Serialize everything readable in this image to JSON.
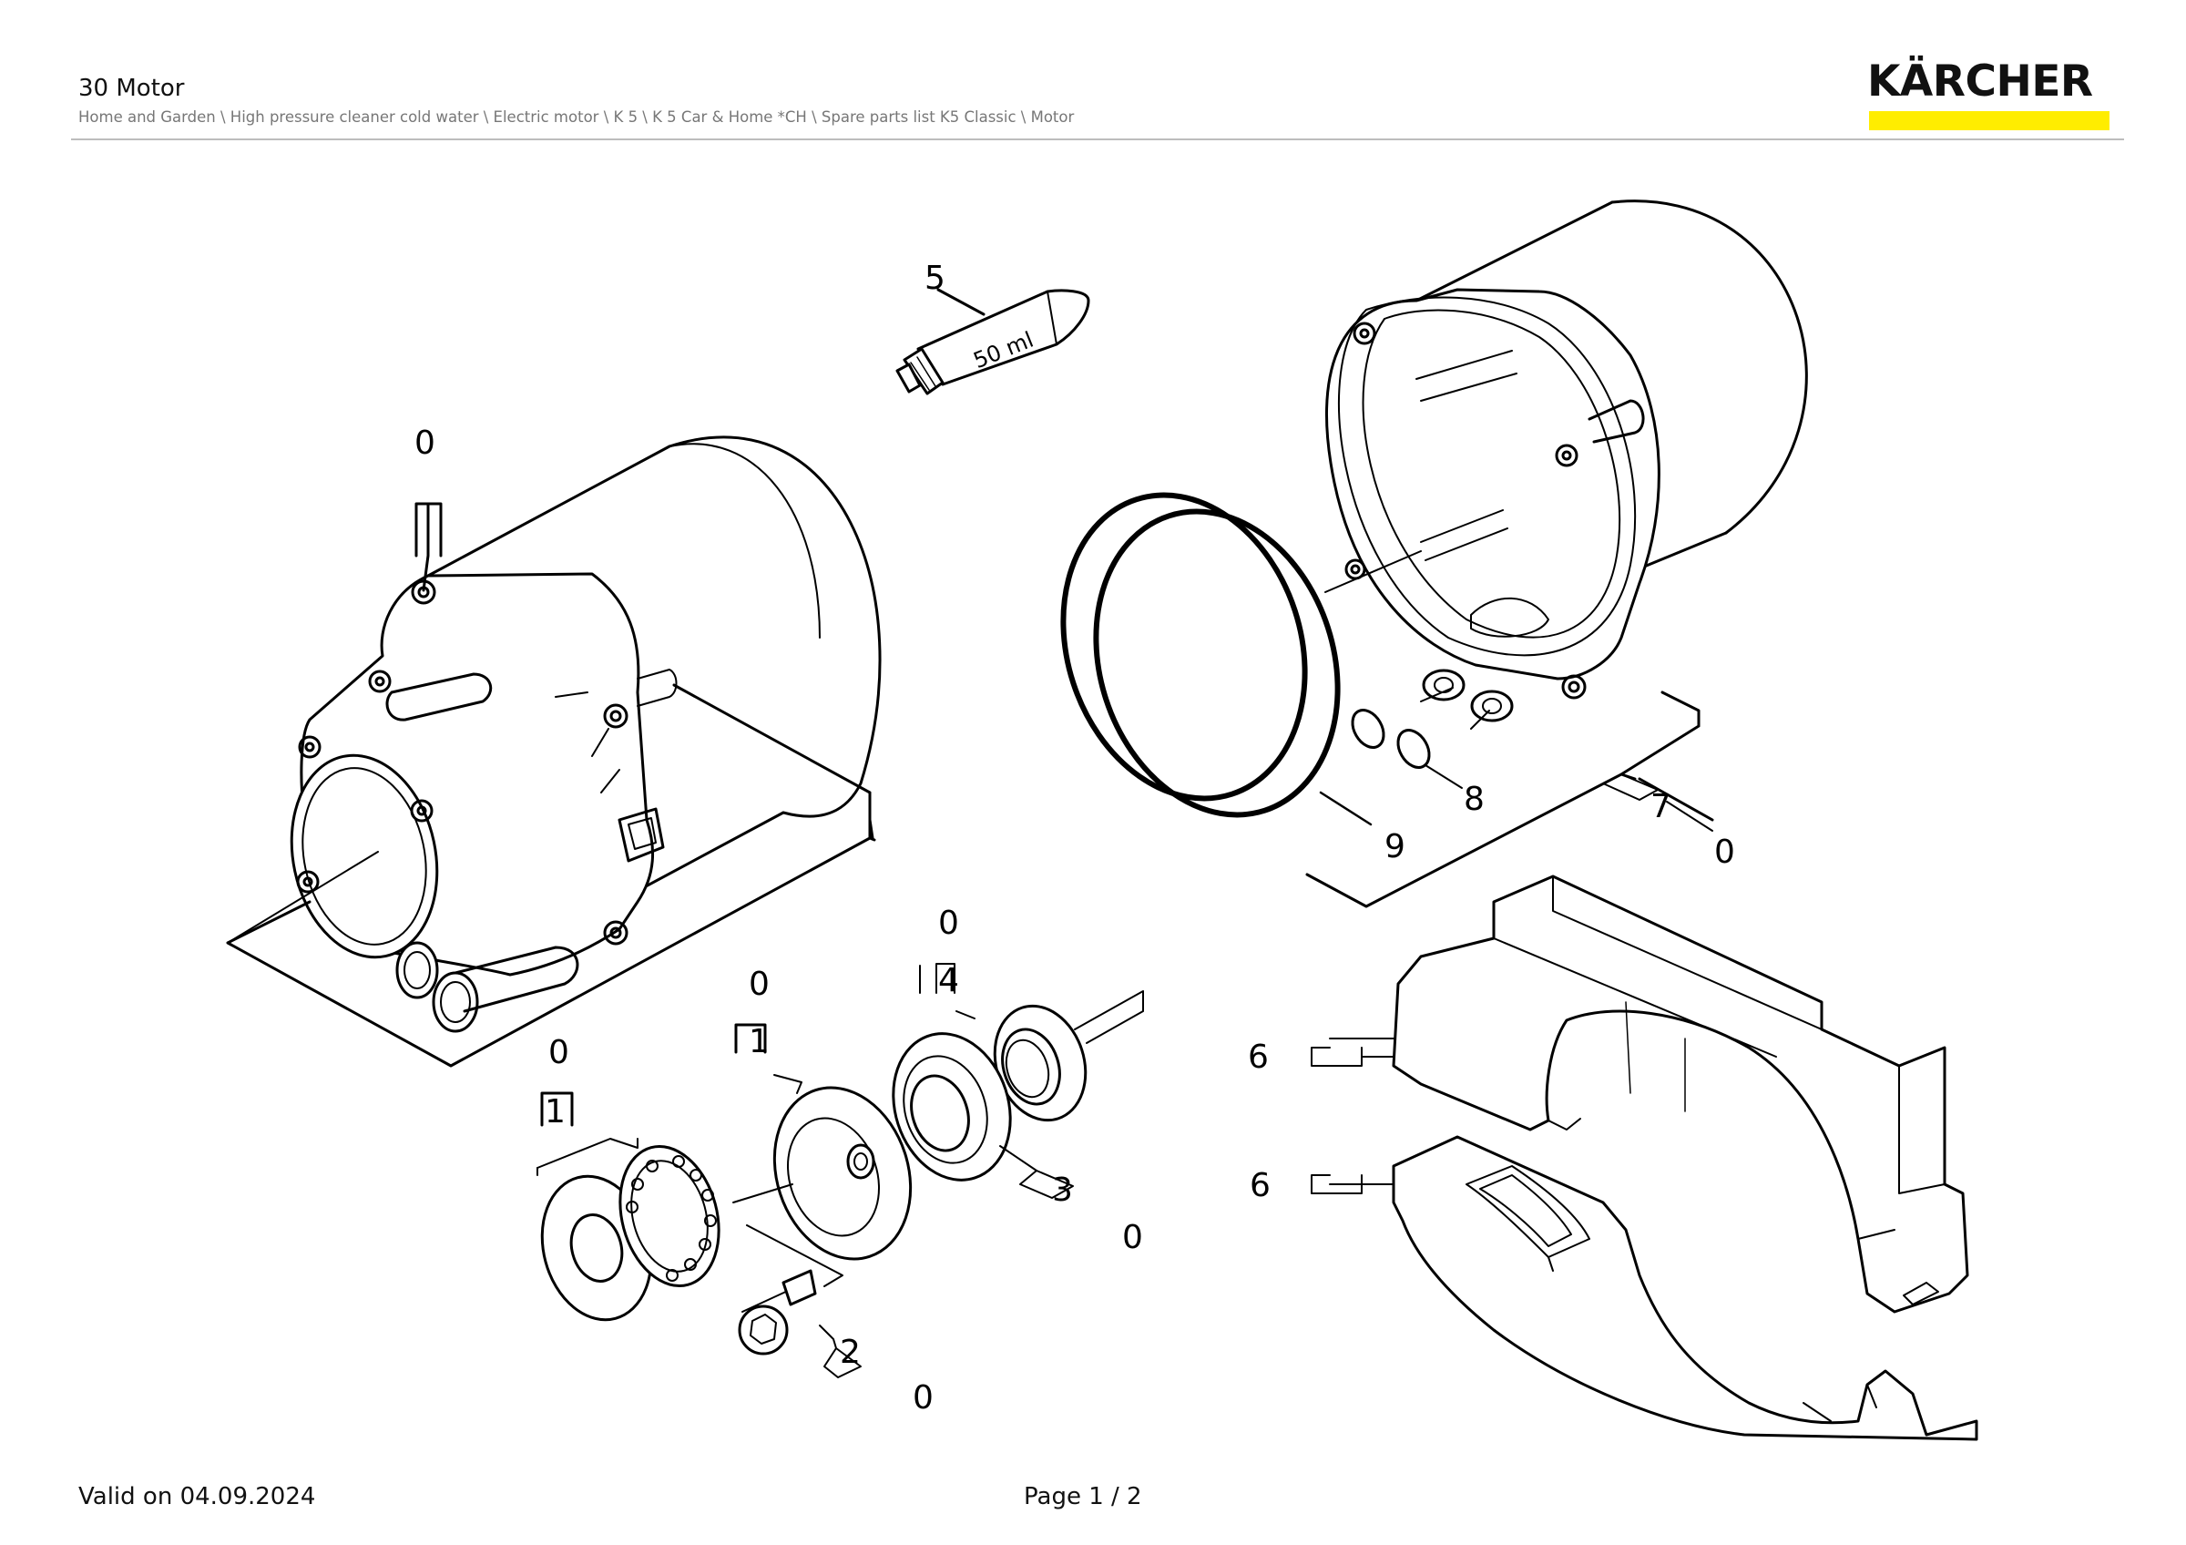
{
  "header": {
    "title": "30 Motor",
    "breadcrumb": "Home and Garden \\ High pressure cleaner cold water \\ Electric motor \\ K 5 \\ K 5 Car & Home *CH \\ Spare parts list K5 Classic \\ Motor"
  },
  "logo": {
    "text": "KÄRCHER",
    "bar_color": "#ffed00"
  },
  "drawing": {
    "tube_label": "50 ml",
    "callouts": {
      "c5": "5",
      "c0_top": "0",
      "c9": "9",
      "c8": "8",
      "c7": "7",
      "c0_7": "0",
      "c0_4": "0",
      "c4": "4",
      "c0_1a": "0",
      "c1a": "1",
      "c0_1b": "0",
      "c1b": "1",
      "c3": "3",
      "c0_3": "0",
      "c2": "2",
      "c0_2": "0",
      "c6a": "6",
      "c6b": "6"
    }
  },
  "footer": {
    "valid": "Valid on 04.09.2024",
    "page": "Page 1 / 2"
  }
}
